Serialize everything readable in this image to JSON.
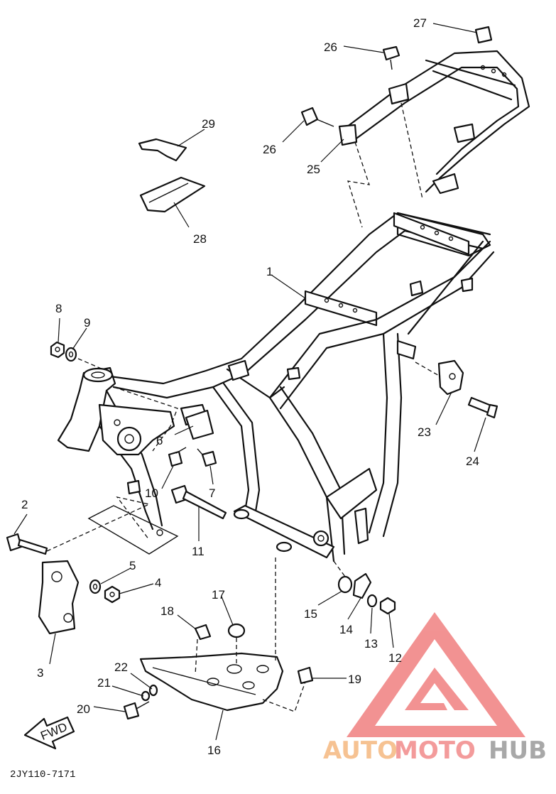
{
  "diagram": {
    "part_numbers": [
      "1",
      "2",
      "3",
      "4",
      "5",
      "6",
      "7",
      "8",
      "9",
      "10",
      "11",
      "12",
      "13",
      "14",
      "15",
      "16",
      "17",
      "18",
      "19",
      "20",
      "21",
      "22",
      "23",
      "24",
      "25",
      "26",
      "26",
      "27",
      "28",
      "29"
    ],
    "direction_label": "FWD",
    "drawing_code": "2JY110-7171"
  },
  "watermark": {
    "brand_part1": "AUTO",
    "brand_part2": "MOTO",
    "brand_part3": "HUB",
    "colors": {
      "triangle": "#f08080",
      "auto": "#f5b880",
      "moto": "#f28a8a",
      "hub": "#999999"
    }
  }
}
